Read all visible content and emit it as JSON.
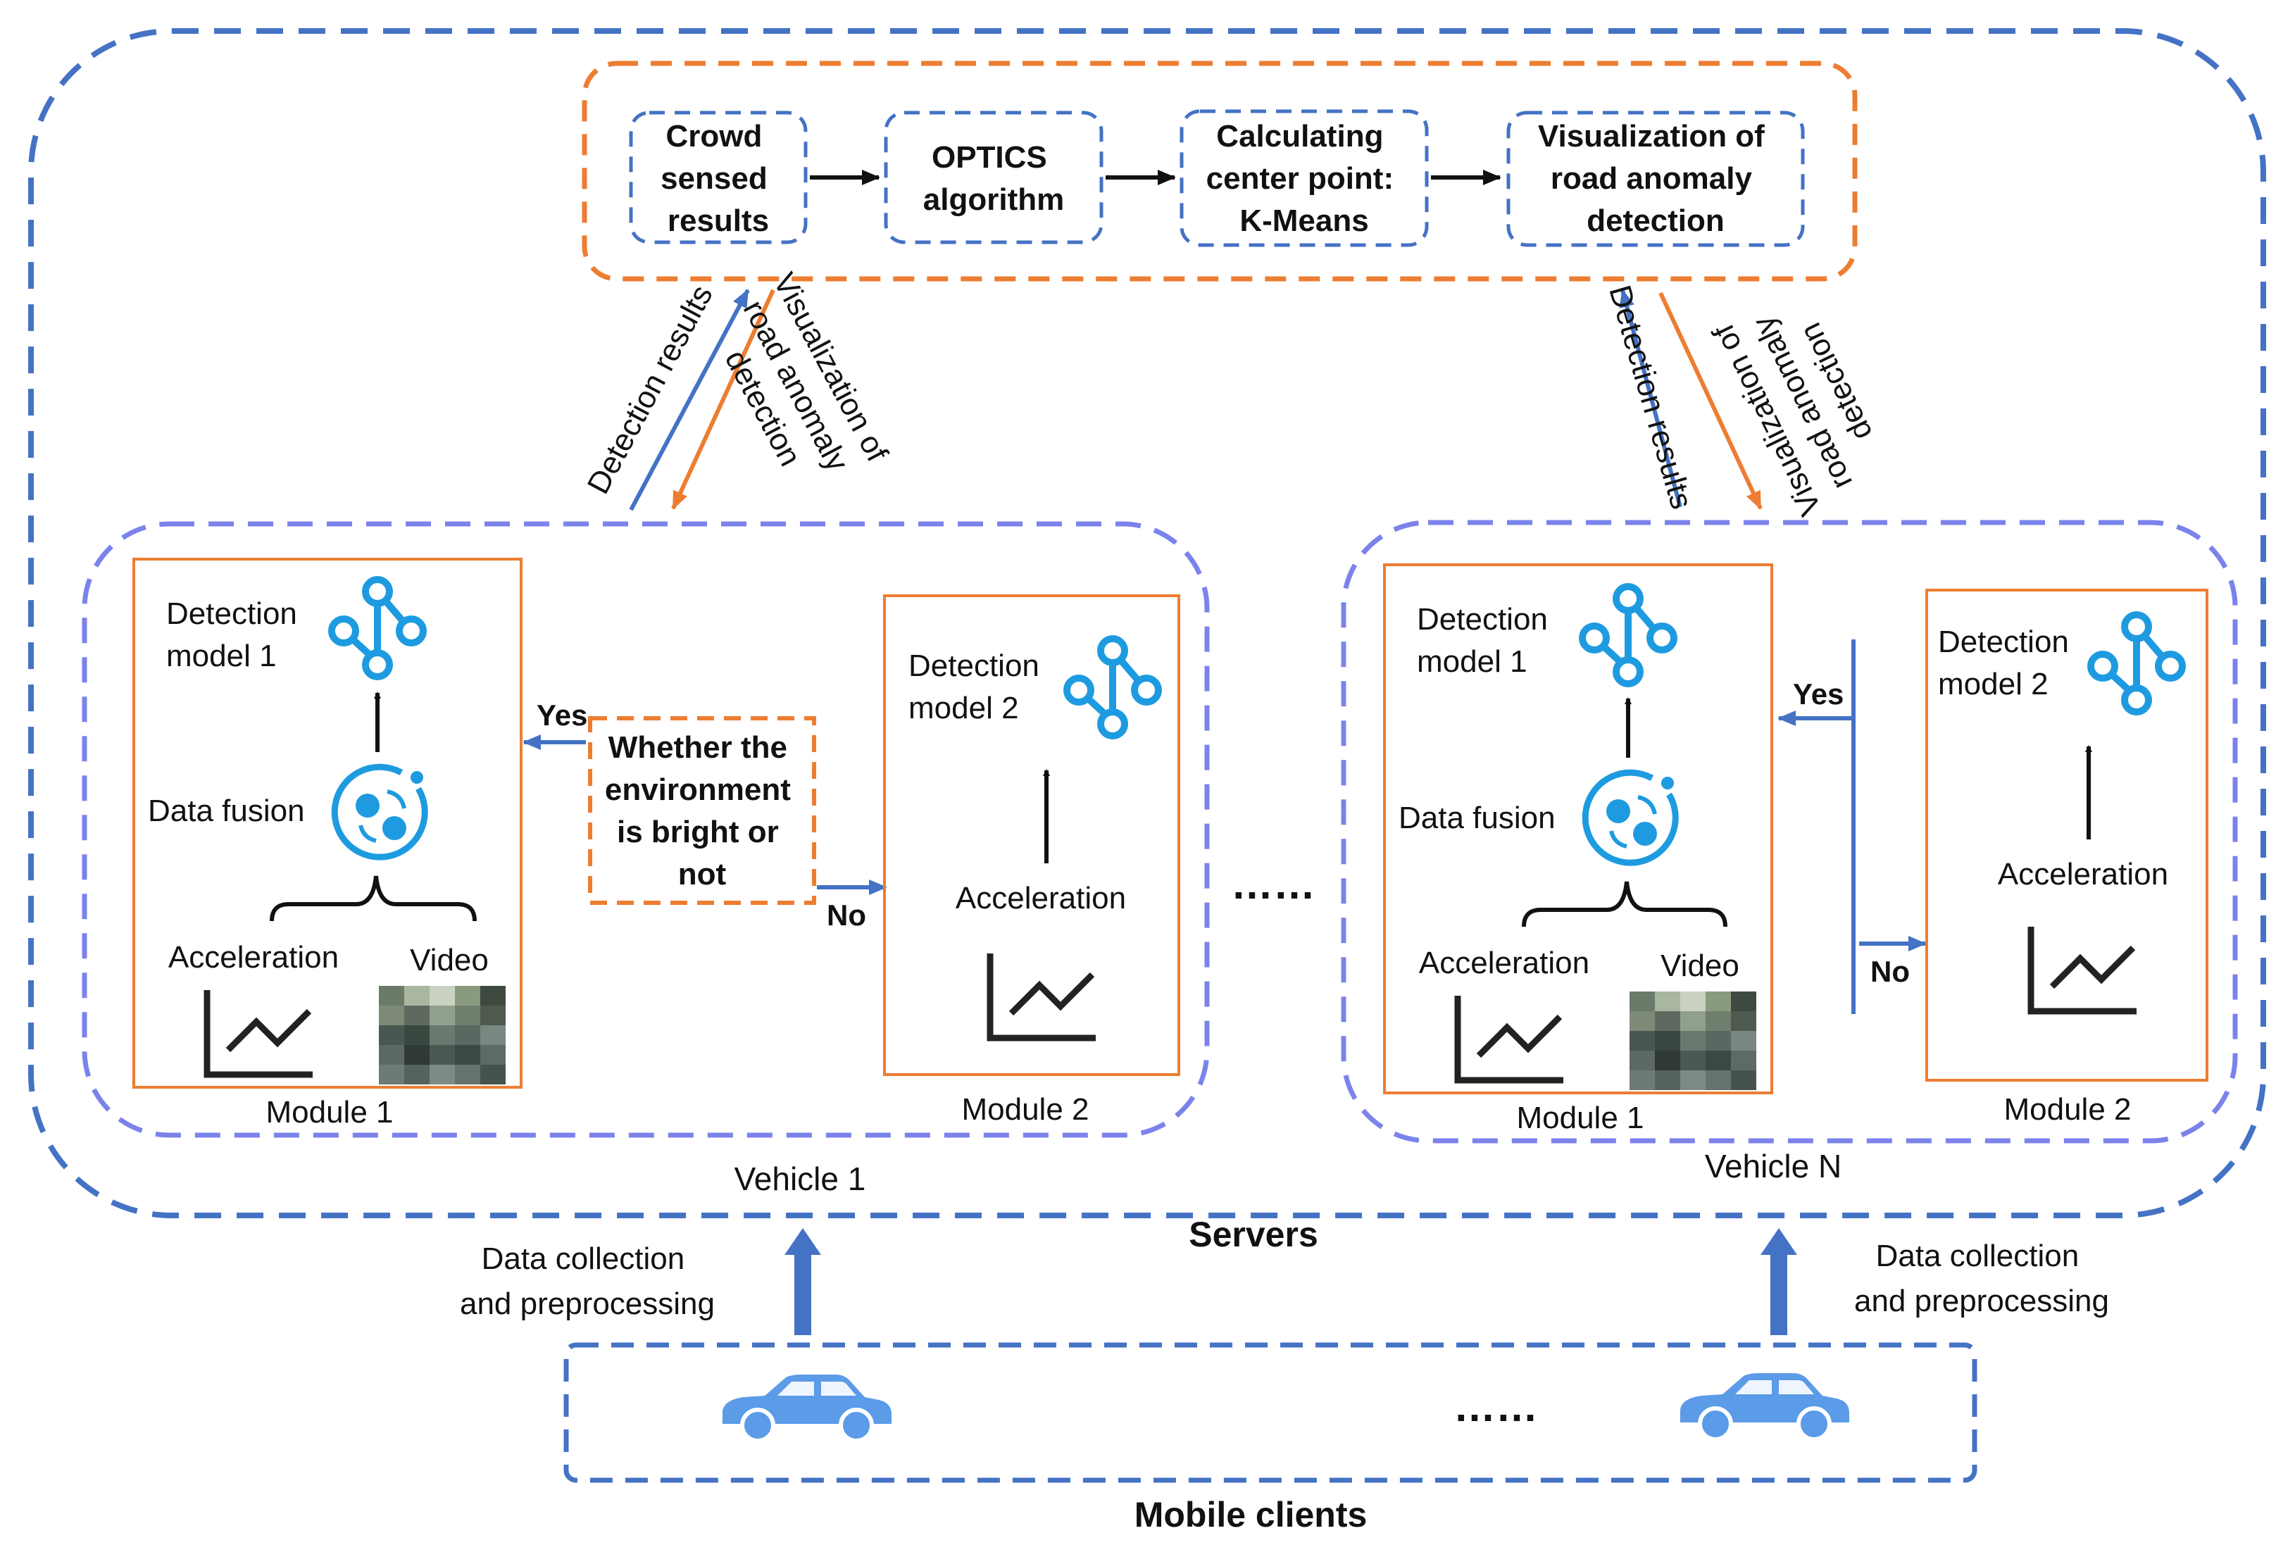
{
  "pipeline": {
    "step1": [
      "Crowd",
      "sensed",
      "results"
    ],
    "step2": [
      "OPTICS",
      "algorithm"
    ],
    "step3": [
      "Calculating",
      "center point:",
      "K-Means"
    ],
    "step4": [
      "Visualization of",
      "road anomaly",
      "detection"
    ]
  },
  "arrows": {
    "up_label": "Detection results",
    "down_label": [
      "Visualization of",
      "road anomaly",
      "detection"
    ]
  },
  "vehicle1": {
    "label": "Vehicle 1",
    "module1": {
      "label": "Module 1",
      "model": [
        "Detection",
        "model 1"
      ],
      "fusion": "Data fusion",
      "accel": "Acceleration",
      "video": "Video"
    },
    "decision": [
      "Whether the",
      "environment",
      "is bright or",
      "not"
    ],
    "yes": "Yes",
    "no": "No",
    "module2": {
      "label": "Module 2",
      "model": [
        "Detection",
        "model 2"
      ],
      "accel": "Acceleration"
    }
  },
  "ellipsis": "……",
  "vehicleN": {
    "label": "Vehicle N",
    "module1": {
      "label": "Module 1",
      "model": [
        "Detection",
        "model 1"
      ],
      "fusion": "Data fusion",
      "accel": "Acceleration",
      "video": "Video"
    },
    "yes": "Yes",
    "no": "No",
    "module2": {
      "label": "Module 2",
      "model": [
        "Detection",
        "model 2"
      ],
      "accel": "Acceleration"
    }
  },
  "servers": "Servers",
  "data_collection": [
    "Data collection",
    "and preprocessing"
  ],
  "clients": {
    "label": "Mobile clients",
    "ellipsis": "……"
  },
  "colors": {
    "blue_dash": "#4472C4",
    "purple_dash": "#7B83EB",
    "orange": "#ED7D31",
    "icon_blue": "#1E9BE0",
    "car_blue": "#5B9BE8"
  }
}
